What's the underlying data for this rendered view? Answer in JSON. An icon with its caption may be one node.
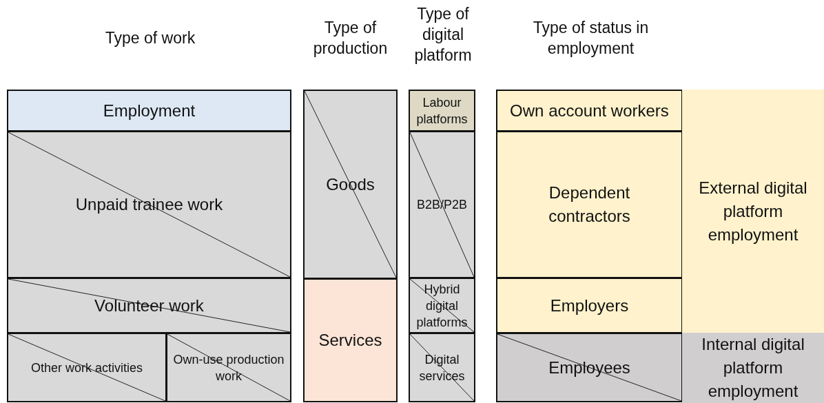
{
  "diagram": {
    "nodes": [
      {
        "text": [
          "Employment"
        ]
      },
      {
        "text": [
          "Unpaid trainee work"
        ]
      },
      {
        "text": [
          "Volunteer work"
        ]
      },
      {
        "text": [
          "Other work activities"
        ]
      },
      {
        "text": [
          "Own-use production work"
        ]
      },
      {
        "text": [
          "Goods"
        ]
      },
      {
        "text": [
          "Services"
        ]
      },
      {
        "text": [
          "Labour platforms"
        ]
      },
      {
        "text": [
          "B2B/P2B"
        ]
      },
      {
        "text": [
          "Hybrid digital platforms"
        ]
      },
      {
        "text": [
          "Digital services"
        ]
      },
      {
        "text": [
          "Own account workers"
        ]
      },
      {
        "text": [
          "Dependent contractors"
        ]
      },
      {
        "text": [
          "Employers"
        ]
      },
      {
        "text": [
          "Employees"
        ]
      },
      {
        "text": [
          "External digital platform employment"
        ]
      },
      {
        "text": [
          "Internal digital platform employment"
        ]
      }
    ],
    "labels": [
      "Type of work",
      "Type of production",
      "Type of digital platform",
      "Type of status in employment"
    ]
  }
}
